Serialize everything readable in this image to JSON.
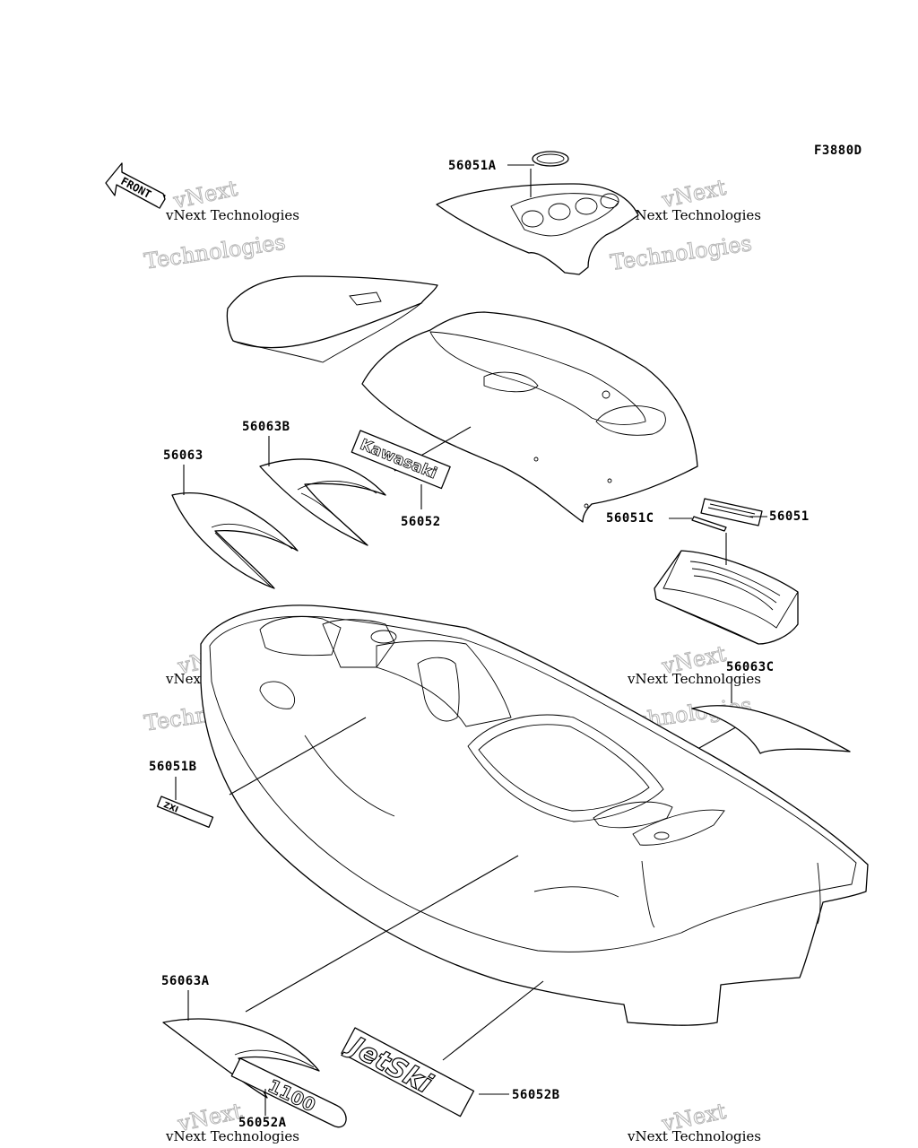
{
  "figure_code": "F3880D",
  "front_arrow_text": "FRONT",
  "watermark": {
    "line1": "vNext Technologies",
    "line2": "Technologies",
    "line3": "vNext"
  },
  "decal_text": {
    "kawasaki": "Kawasaki",
    "jetski": "JetSki",
    "model": "1100",
    "small_badge": "ZXI"
  },
  "labels": {
    "p56051A": "56051A",
    "p56063B": "56063B",
    "p56063": "56063",
    "p56052": "56052",
    "p56051C": "56051C",
    "p56051": "56051",
    "p56063C": "56063C",
    "p56051B": "56051B",
    "p56063A": "56063A",
    "p56052B": "56052B",
    "p56052A": "56052A"
  }
}
